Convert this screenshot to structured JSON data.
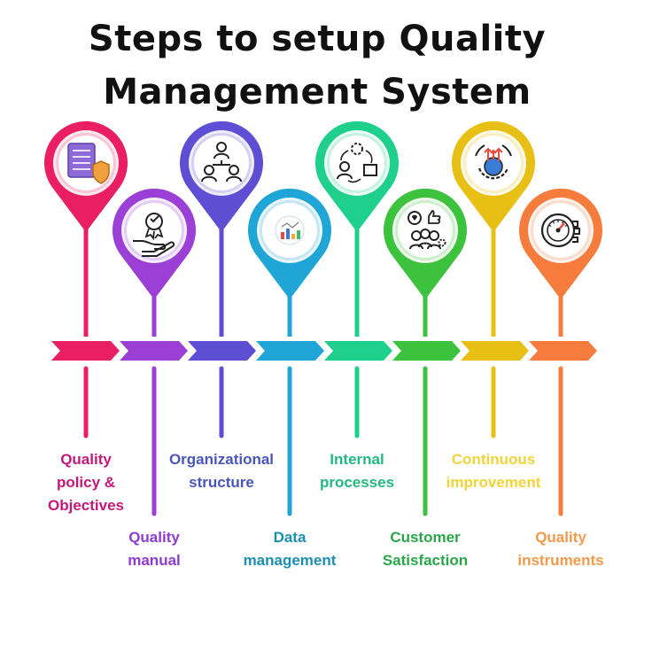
{
  "title": {
    "line1": "Steps to setup Quality",
    "line2": "Management System"
  },
  "steps": [
    {
      "lines": [
        "Quality",
        "policy &",
        "Objectives"
      ],
      "color": "#e91e63",
      "label_color": "#c2187a",
      "icon": "document-shield-icon"
    },
    {
      "lines": [
        "Quality",
        "manual"
      ],
      "color": "#9c3fd6",
      "label_color": "#8e3bd1",
      "icon": "award-hand-icon"
    },
    {
      "lines": [
        "Organizational",
        "structure"
      ],
      "color": "#5e4ed4",
      "label_color": "#4a56b8",
      "icon": "org-chart-icon"
    },
    {
      "lines": [
        "Data",
        "management"
      ],
      "color": "#1fa6d6",
      "label_color": "#1c8fb0",
      "icon": "data-chart-icon"
    },
    {
      "lines": [
        "Internal",
        "processes"
      ],
      "color": "#1fcf8c",
      "label_color": "#23b87f",
      "icon": "process-cycle-icon"
    },
    {
      "lines": [
        "Customer",
        "Satisfaction"
      ],
      "color": "#3cc23c",
      "label_color": "#2aa64a",
      "icon": "customer-feedback-icon"
    },
    {
      "lines": [
        "Continuous",
        "improvement"
      ],
      "color": "#e8bf14",
      "label_color": "#f2d33a",
      "icon": "improvement-gear-icon"
    },
    {
      "lines": [
        "Quality",
        "instruments"
      ],
      "color": "#f57c3c",
      "label_color": "#f29a4a",
      "icon": "gauge-gear-icon"
    }
  ]
}
